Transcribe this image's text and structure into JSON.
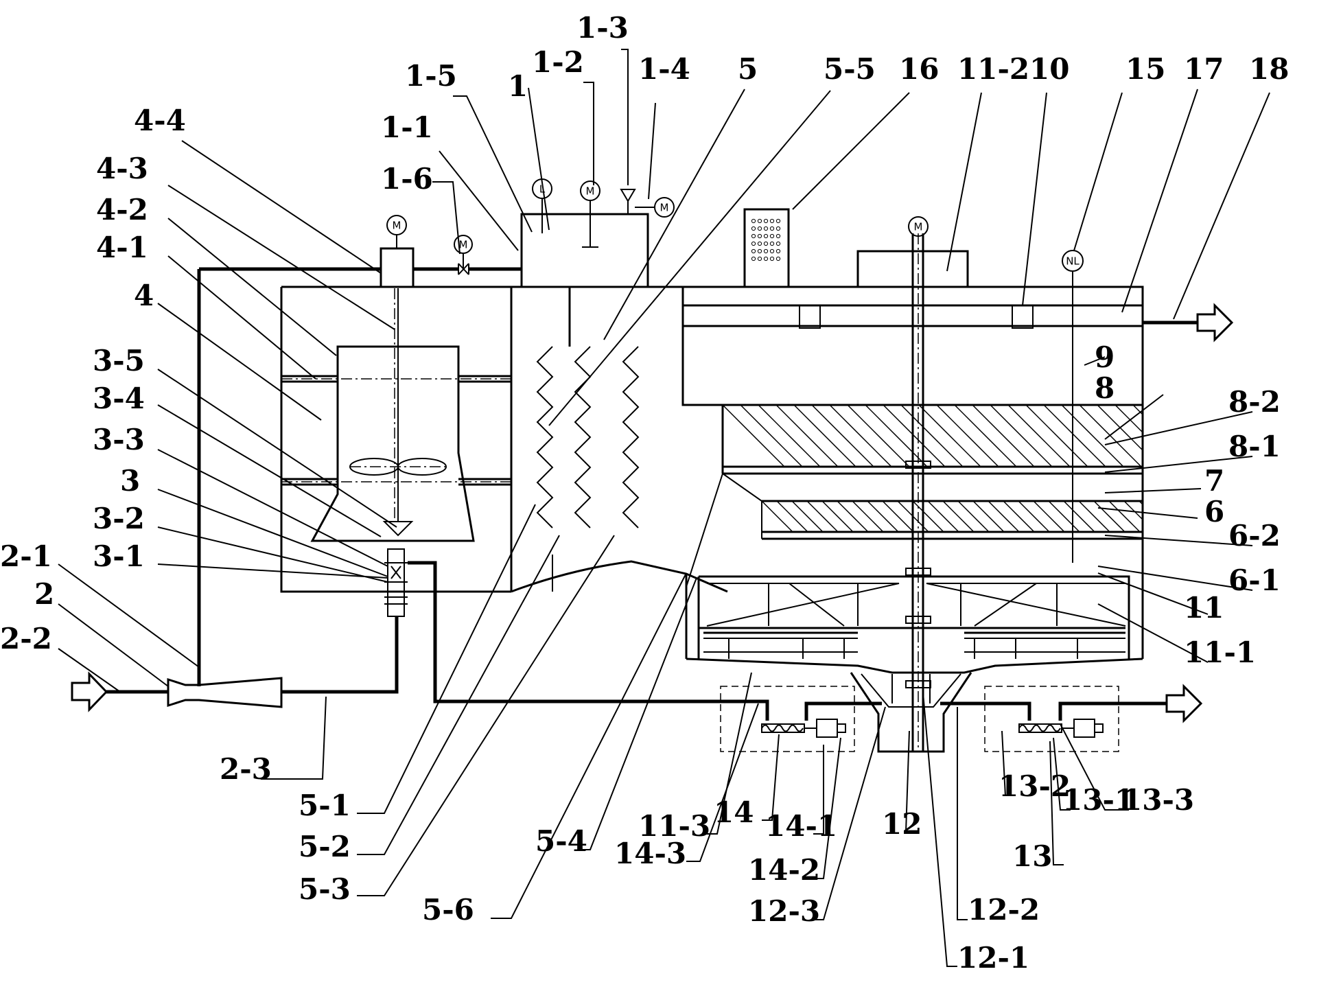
{
  "diagram": {
    "labels": [
      "1-3",
      "1-2",
      "1-4",
      "1-5",
      "1",
      "5",
      "5-5",
      "16",
      "11-2",
      "10",
      "15",
      "17",
      "18",
      "4-4",
      "1-1",
      "1-6",
      "4-3",
      "4-2",
      "4-1",
      "4",
      "3-5",
      "3-4",
      "3-3",
      "3",
      "3-2",
      "3-1",
      "2-1",
      "2",
      "2-2",
      "9",
      "8",
      "8-2",
      "8-1",
      "7",
      "6",
      "6-2",
      "6-1",
      "11",
      "11-1",
      "2-3",
      "5-1",
      "5-2",
      "5-3",
      "5-6",
      "5-4",
      "11-3",
      "14-3",
      "14",
      "14-1",
      "14-2",
      "12-3",
      "12",
      "12-1",
      "12-2",
      "13-2",
      "13",
      "13-1",
      "13-3"
    ],
    "symbols": {
      "motor": "M",
      "level_gauge": "L",
      "level_sensor": "NL"
    }
  }
}
